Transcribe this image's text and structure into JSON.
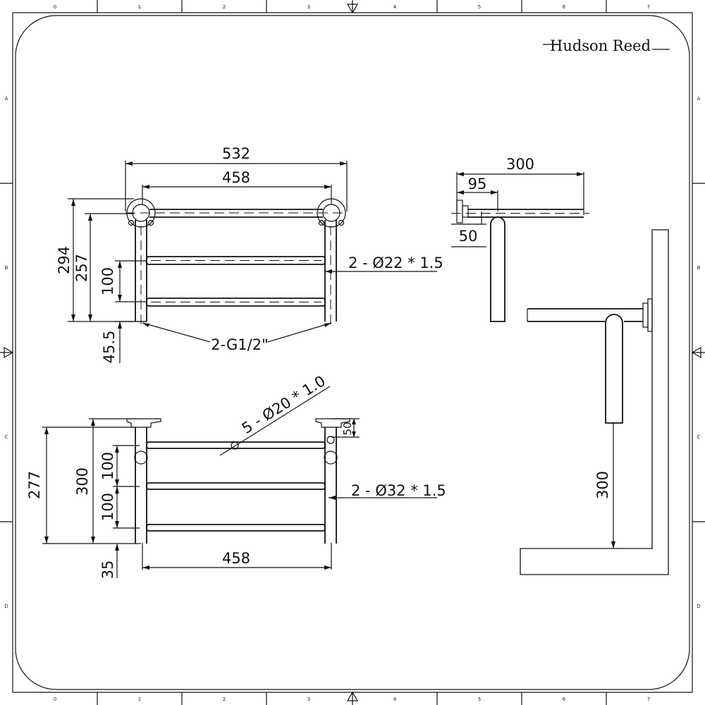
{
  "brand": {
    "name": "Hudson Reed"
  },
  "border": {
    "columns": [
      "0",
      "1",
      "2",
      "3",
      "4",
      "5",
      "6",
      "7"
    ],
    "rows": [
      "A",
      "B",
      "C",
      "D"
    ]
  },
  "front_view": {
    "overall_width": "532",
    "centres_width": "458",
    "overall_height": "294",
    "centres_height": "257",
    "rail_spacing": "100",
    "inlet_offset": "45.5",
    "rail_spec": "2 - Ø22 * 1.5",
    "connection_spec": "2-G1/2\""
  },
  "side_view": {
    "projection": "300",
    "bar_offset": "95",
    "drop": "50"
  },
  "plan_view": {
    "shelf_rail_spec": "5 - Ø20 * 1.0",
    "depth": "277",
    "overall_depth": "300",
    "spacing_1": "100",
    "spacing_2": "100",
    "end_offset": "35",
    "bracket_height": "50",
    "width": "458",
    "bar_spec": "2 - Ø32 * 1.5"
  },
  "wall_view": {
    "projection": "300"
  }
}
